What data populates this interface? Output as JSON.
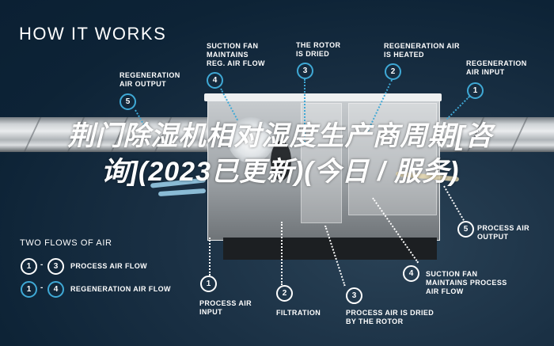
{
  "header": {
    "title": "HOW IT WORKS"
  },
  "overlay_title": "荆门除湿机相对湿度生产商周期[咨询](2023已更新)(今日 / 服务)",
  "top_callouts": [
    {
      "number": "5",
      "label": "REGENERATION\nAIR OUTPUT",
      "style": "blue"
    },
    {
      "number": "4",
      "label": "SUCTION FAN\nMAINTAINS\nREG. AIR FLOW",
      "style": "blue"
    },
    {
      "number": "3",
      "label": "THE ROTOR\nIS DRIED",
      "style": "blue"
    },
    {
      "number": "2",
      "label": "REGENERATION AIR\nIS HEATED",
      "style": "blue"
    },
    {
      "number": "1",
      "label": "REGENERATION\nAIR INPUT",
      "style": "blue"
    }
  ],
  "bottom_callouts": [
    {
      "number": "1",
      "label": "PROCESS AIR\nINPUT",
      "style": "white"
    },
    {
      "number": "2",
      "label": "FILTRATION",
      "style": "white"
    },
    {
      "number": "3",
      "label": "PROCESS AIR IS DRIED\nBY THE ROTOR",
      "style": "white"
    },
    {
      "number": "4",
      "label": "SUCTION FAN\nMAINTAINS PROCESS\nAIR FLOW",
      "style": "white"
    },
    {
      "number": "5",
      "label": "PROCESS AIR\nOUTPUT",
      "style": "white"
    }
  ],
  "legend": {
    "title": "TWO FLOWS OF AIR",
    "items": [
      {
        "from": "1",
        "to": "3",
        "label": "PROCESS AIR FLOW",
        "style": "white"
      },
      {
        "from": "1",
        "to": "4",
        "label": "REGENERATION AIR FLOW",
        "style": "blue"
      }
    ]
  },
  "colors": {
    "background": "#0d2336",
    "accent_blue": "#3fa9d6",
    "text": "#ffffff"
  }
}
